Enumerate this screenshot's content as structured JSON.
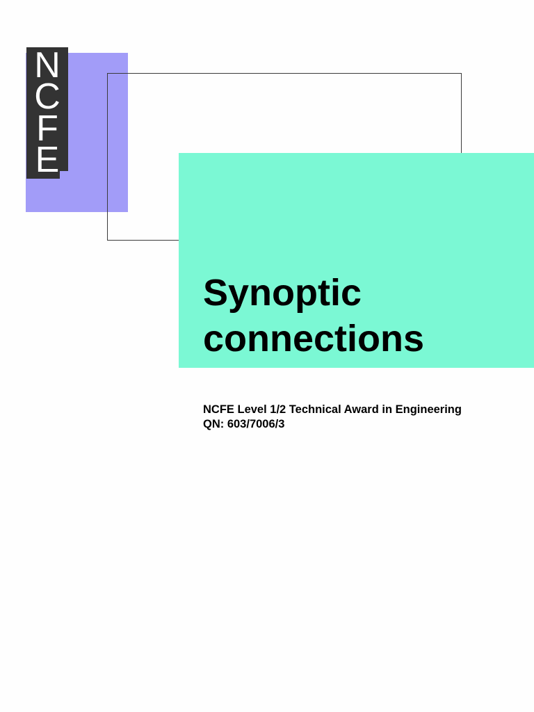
{
  "logo": {
    "letters": [
      "N",
      "C",
      "F",
      "E"
    ]
  },
  "title": {
    "line1": "Synoptic",
    "line2": "connections"
  },
  "subtitle": {
    "qualification": "NCFE Level 1/2 Technical Award in Engineering",
    "qn": "QN: 603/7006/3"
  },
  "colors": {
    "purple": "#a29cf8",
    "green": "#7bf8d4",
    "logo_bg": "#333333"
  }
}
